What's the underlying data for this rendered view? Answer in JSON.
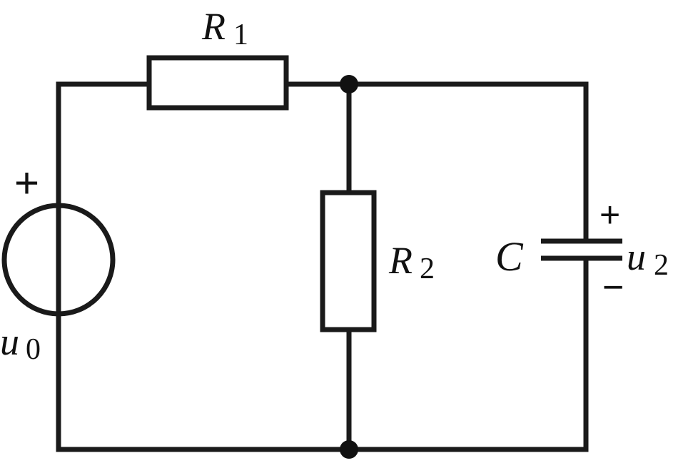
{
  "labels": {
    "r1": {
      "symbol": "R",
      "index": "1"
    },
    "r2": {
      "symbol": "R",
      "index": "2"
    },
    "capacitor": {
      "symbol": "C"
    },
    "source": {
      "symbol": "u",
      "index": "0",
      "plus": "+"
    },
    "output": {
      "symbol": "u",
      "index": "2",
      "plus": "+",
      "minus": "−"
    }
  },
  "colors": {
    "line": "#1a1a1a",
    "background": "#ffffff"
  }
}
